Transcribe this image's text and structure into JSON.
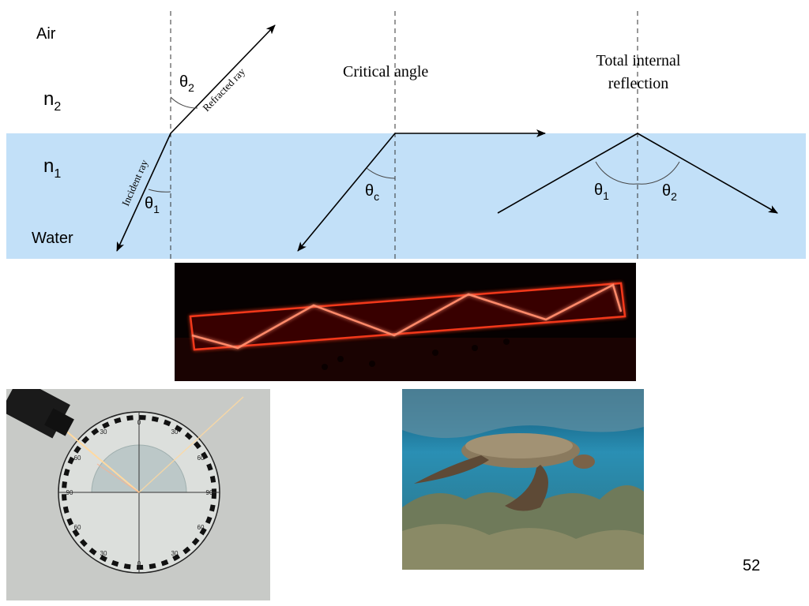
{
  "labels": {
    "air": "Air",
    "n2": "n",
    "n2_sub": "2",
    "n1": "n",
    "n1_sub": "1",
    "water": "Water",
    "critical_angle": "Critical angle",
    "tir_line1": "Total internal",
    "tir_line2": "reflection",
    "incident_ray": "Incident ray",
    "refracted_ray": "Refracted ray",
    "theta": "θ",
    "theta2_sub": "2",
    "theta1_sub": "1",
    "thetac_sub": "c"
  },
  "photos": {
    "laser_block": "laser beam total internal reflection in acrylic block",
    "protractor": "refraction experiment on circular protractor",
    "turtle": "sea turtle reflected under water surface"
  },
  "protractor_ticks": [
    "0",
    "30",
    "60",
    "90",
    "60",
    "30",
    "0",
    "30",
    "60",
    "90",
    "60",
    "30"
  ],
  "page_number": "52",
  "colors": {
    "water": "#c2e0f8",
    "ray": "#000000",
    "laser": "#ff2a10"
  }
}
